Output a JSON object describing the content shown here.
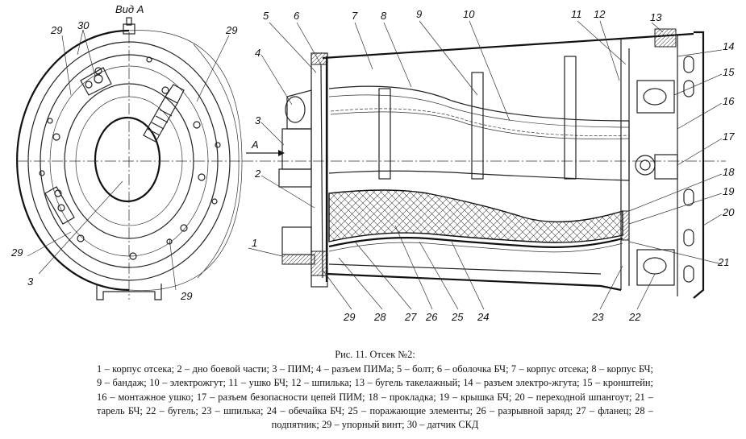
{
  "view": {
    "view_label": "Вид А",
    "arrow_label": "А"
  },
  "left_callouts": [
    "30",
    "29",
    "29",
    "29",
    "29",
    "3"
  ],
  "right_callouts": [
    "5",
    "6",
    "7",
    "8",
    "9",
    "10",
    "11",
    "12",
    "13",
    "14",
    "15",
    "16",
    "17",
    "18",
    "19",
    "20",
    "21",
    "22",
    "23",
    "24",
    "25",
    "26",
    "27",
    "28",
    "29",
    "4",
    "3",
    "2",
    "1"
  ],
  "caption": {
    "title": "Рис. 11. Отсек №2:",
    "text": "1 – корпус отсека; 2 – дно боевой части; 3 – ПИМ; 4 – разъем ПИМа; 5 – болт; 6 – оболочка БЧ; 7 – корпус отсека; 8 – корпус БЧ; 9 – бандаж; 10 – электрожгут; 11 – ушко БЧ; 12 – шпилька; 13 – бугель такелажный; 14 – разъем электро-жгута; 15 – кронштейн; 16 – монтажное ушко; 17 – разъем безопасности цепей ПИМ; 18 – прокладка; 19 – крышка БЧ; 20 – переходной шпангоут; 21 – тарель БЧ; 22 – бугель; 23 – шпилька; 24 – обечайка БЧ; 25 – поражающие элементы; 26 – разрывной заряд; 27 – фланец; 28 – подпятник; 29 – упорный винт; 30 – датчик СКД"
  }
}
